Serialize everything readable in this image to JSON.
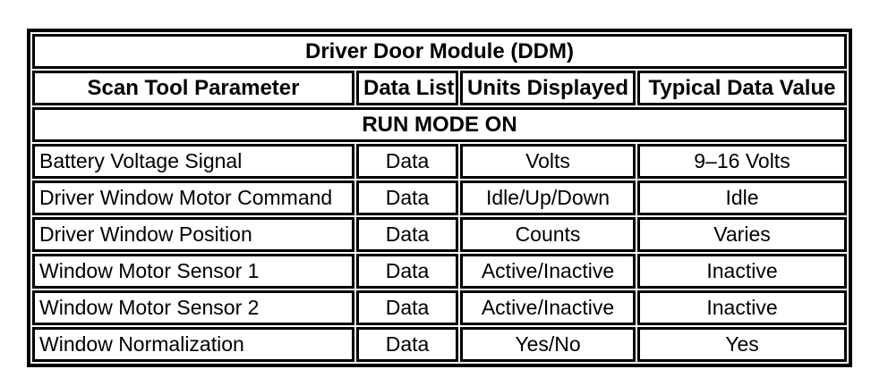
{
  "table": {
    "title": "Driver Door Module (DDM)",
    "columns": [
      "Scan Tool Parameter",
      "Data List",
      "Units Displayed",
      "Typical Data Value"
    ],
    "section": "RUN MODE ON",
    "rows": [
      {
        "parameter": "Battery Voltage Signal",
        "data_list": "Data",
        "units": "Volts",
        "typical": "9–16 Volts"
      },
      {
        "parameter": "Driver Window Motor Command",
        "data_list": "Data",
        "units": "Idle/Up/Down",
        "typical": "Idle"
      },
      {
        "parameter": "Driver Window Position",
        "data_list": "Data",
        "units": "Counts",
        "typical": "Varies"
      },
      {
        "parameter": "Window Motor Sensor 1",
        "data_list": "Data",
        "units": "Active/Inactive",
        "typical": "Inactive"
      },
      {
        "parameter": "Window Motor Sensor 2",
        "data_list": "Data",
        "units": "Active/Inactive",
        "typical": "Inactive"
      },
      {
        "parameter": "Window Normalization",
        "data_list": "Data",
        "units": "Yes/No",
        "typical": "Yes"
      }
    ],
    "colors": {
      "border": "#000000",
      "background": "#ffffff",
      "text": "#000000"
    }
  }
}
